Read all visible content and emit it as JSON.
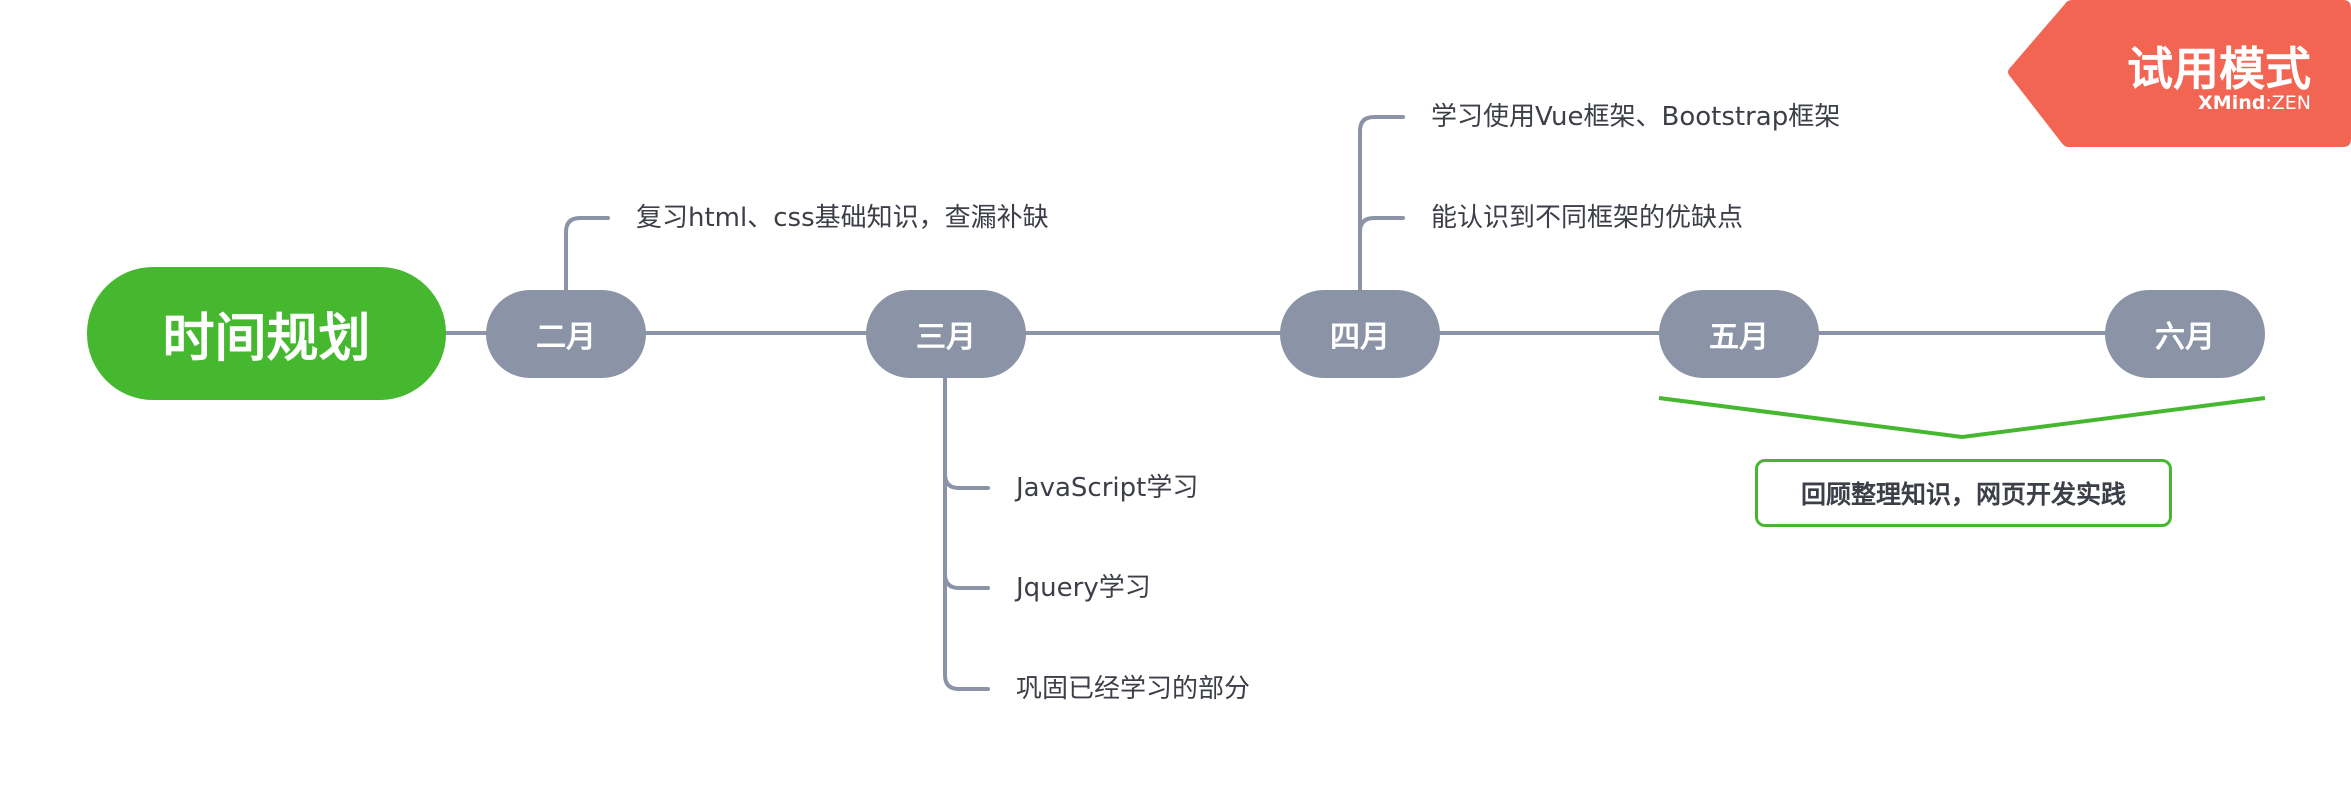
{
  "root": {
    "label": "时间规划"
  },
  "months": [
    {
      "label": "二月",
      "children": [
        "复习html、css基础知识，查漏补缺"
      ]
    },
    {
      "label": "三月",
      "children": [
        "JavaScript学习",
        "Jquery学习",
        "巩固已经学习的部分"
      ]
    },
    {
      "label": "四月",
      "children": [
        "学习使用Vue框架、Bootstrap框架",
        "能认识到不同框架的优缺点"
      ]
    },
    {
      "label": "五月",
      "children": []
    },
    {
      "label": "六月",
      "children": []
    }
  ],
  "summary": {
    "label": "回顾整理知识，网页开发实践"
  },
  "trial_badge": {
    "title": "试用模式",
    "brand": "XMind",
    "brand_suffix": ":ZEN"
  },
  "colors": {
    "root": "#46b830",
    "month": "#8a94a6",
    "line": "#8a94a6",
    "badge": "#f26552",
    "summary_border": "#46b830"
  }
}
